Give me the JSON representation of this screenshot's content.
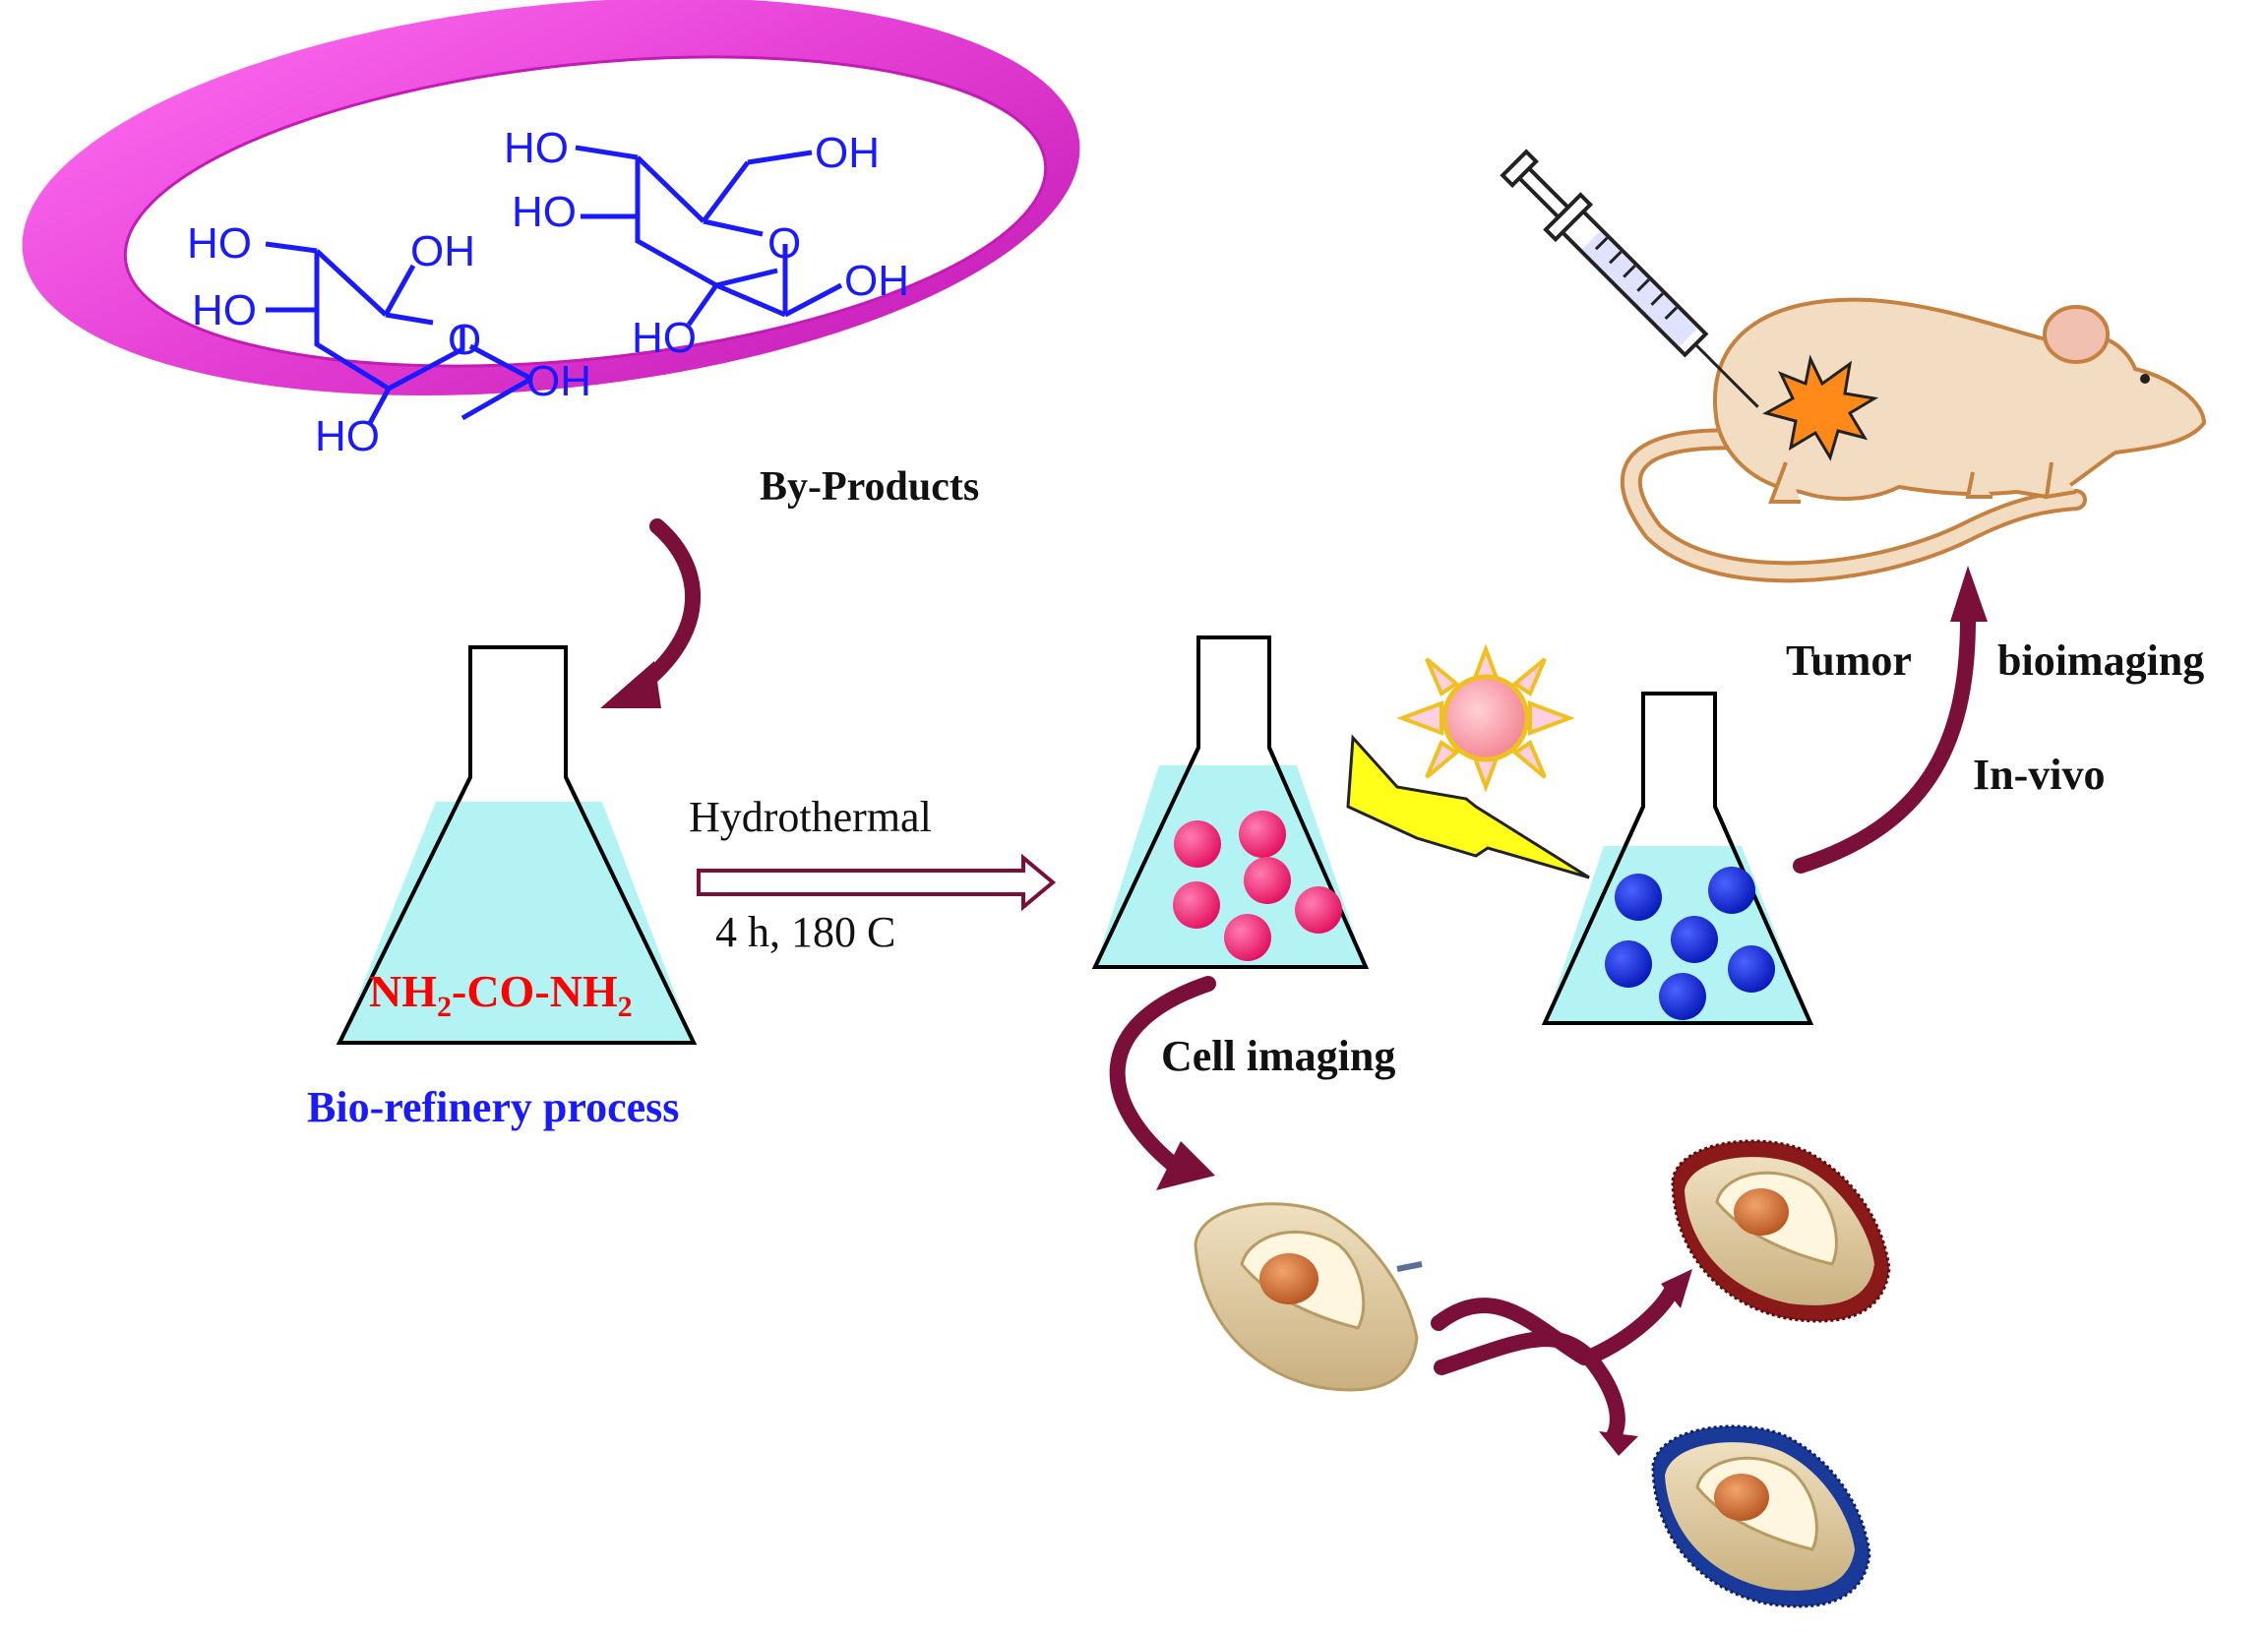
{
  "labels": {
    "by_products": "By-Products",
    "bio_refinery": "Bio-refinery process",
    "hydrothermal": "Hydrothermal",
    "conditions": "4 h, 180 C",
    "cell_imaging": "Cell imaging",
    "tumor": "Tumor",
    "bioimaging": "bioimaging",
    "in_vivo": "In-vivo"
  },
  "urea": {
    "nh": "NH",
    "sub": "2",
    "mid": "-CO-NH",
    "sub2": "2"
  },
  "chem_groups": {
    "ho": "HO",
    "oh": "OH",
    "o": "O"
  },
  "colors": {
    "arrow": "#7a0f3a",
    "solution": "#b4f3f3",
    "pink_dot": "#ff1f73",
    "blue_dot": "#0b23d6",
    "ring": "#e23fd3",
    "chem": "#1a1aff",
    "urea_text": "#ff0000",
    "bio_text": "#1a1aff"
  }
}
